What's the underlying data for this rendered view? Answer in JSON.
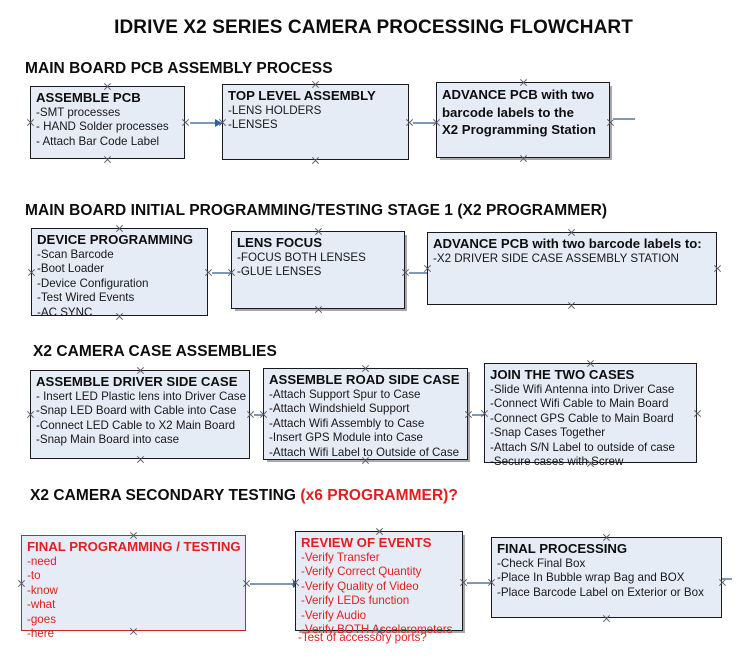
{
  "document": {
    "title": "IDRIVE X2  SERIES CAMERA PROCESSING FLOWCHART"
  },
  "sections": [
    {
      "heading": "MAIN BOARD PCB ASSEMBLY PROCESS",
      "heading_accent": "",
      "nodes": [
        {
          "title": "ASSEMBLE PCB",
          "lines": [
            "-SMT processes",
            "- HAND Solder processes",
            "- Attach Bar Code Label"
          ]
        },
        {
          "title": "TOP LEVEL ASSEMBLY",
          "lines": [
            "-LENS HOLDERS",
            "-LENSES"
          ]
        },
        {
          "title_lines": [
            "ADVANCE PCB with two",
            "barcode labels to the",
            " X2 Programming Station"
          ],
          "lines": []
        }
      ]
    },
    {
      "heading": "MAIN BOARD INITIAL PROGRAMMING/TESTING STAGE 1 (X2 PROGRAMMER)",
      "heading_accent": "",
      "nodes": [
        {
          "title": "DEVICE PROGRAMMING",
          "lines": [
            "-Scan Barcode",
            "-Boot Loader",
            "-Device Configuration",
            "-Test Wired Events",
            "-AC SYNC"
          ]
        },
        {
          "title": "LENS FOCUS",
          "lines": [
            "-FOCUS BOTH LENSES",
            "-GLUE LENSES"
          ]
        },
        {
          "title": "ADVANCE PCB with two barcode labels to:",
          "lines": [
            "-X2 DRIVER  SIDE  CASE  ASSEMBLY STATION"
          ]
        }
      ]
    },
    {
      "heading": "X2 CAMERA CASE ASSEMBLIES",
      "heading_accent": "",
      "nodes": [
        {
          "title": "ASSEMBLE DRIVER SIDE CASE",
          "lines": [
            "- Insert LED Plastic lens into Driver Case",
            "-Snap LED Board with Cable into Case",
            "-Connect LED Cable to X2 Main Board",
            "-Snap Main Board into case"
          ]
        },
        {
          "title": "ASSEMBLE ROAD SIDE CASE",
          "lines": [
            "-Attach Support Spur to Case",
            "-Attach Windshield Support",
            "-Attach Wifi Assembly to Case",
            "-Insert GPS Module into Case",
            "-Attach Wifi Label to Outside of Case"
          ]
        },
        {
          "title": "JOIN THE TWO CASES",
          "lines": [
            "-Slide Wifi Antenna into Driver Case",
            "-Connect Wifi Cable to Main Board",
            "-Connect GPS Cable to Main Board",
            "-Snap Cases Together",
            "-Attach S/N Label to outside of case",
            "-Secure cases with Screw"
          ]
        }
      ]
    },
    {
      "heading": "X2 CAMERA SECONDARY TESTING ",
      "heading_accent": "(x6 PROGRAMMER)?",
      "nodes": [
        {
          "title": "FINAL PROGRAMMING / TESTING",
          "lines": [
            "-need",
            "-to",
            "-know",
            "-what",
            "-goes",
            "-here"
          ]
        },
        {
          "title": "REVIEW OF EVENTS",
          "lines": [
            "-Verify Transfer",
            "-Verify Correct Quantity",
            "-Verify Quality of Video",
            "-Verify LEDs function",
            "-Verify Audio",
            "-Verify BOTH Accelerometers"
          ],
          "overflow_line": "-Test of accessory ports?"
        },
        {
          "title": "FINAL PROCESSING",
          "lines": [
            " -Check Final Box",
            "-Place In Bubble wrap Bag and BOX",
            "-Place Barcode Label on Exterior or Box"
          ]
        }
      ]
    }
  ],
  "colors": {
    "box_fill": "#e6ecf5",
    "box_border": "#1a1a1a",
    "red_text": "#e02020",
    "red_border": "#c4262c",
    "arrow_shaft": "#7d99b8",
    "arrow_head": "#2f5fa8",
    "title_text": "#0d0d0d"
  }
}
